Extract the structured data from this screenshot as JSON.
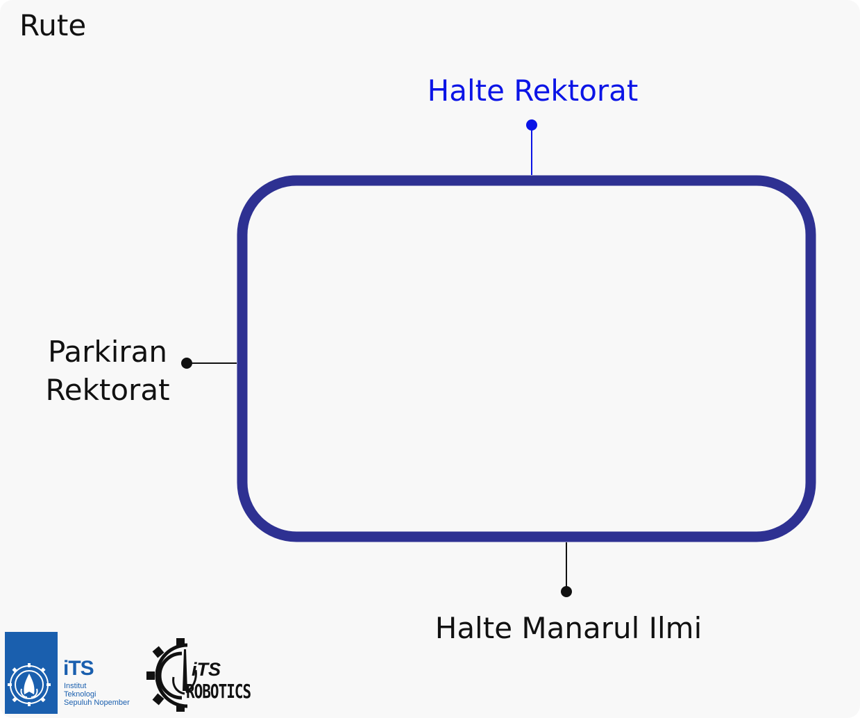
{
  "panel": {
    "title": "Rute"
  },
  "route": {
    "stops": [
      {
        "id": "halte-rektorat",
        "label": "Halte Rektorat",
        "active": true
      },
      {
        "id": "parkiran-rektorat",
        "label_line1": "Parkiran",
        "label_line2": "Rektorat",
        "active": false
      },
      {
        "id": "halte-manarul-ilmi",
        "label": "Halte Manarul Ilmi",
        "active": false
      }
    ],
    "colors": {
      "route_line": "#2e3192",
      "active_stop": "#0b14e6",
      "inactive_stop": "#111111",
      "background": "#f8f8f8"
    }
  },
  "logos": {
    "its": {
      "wordmark": "iTS",
      "line1": "Institut",
      "line2": "Teknologi",
      "line3": "Sepuluh Nopember",
      "color": "#1a5fae"
    },
    "robotics": {
      "wordmark": "iTS",
      "word": "ROBOTICS"
    }
  }
}
